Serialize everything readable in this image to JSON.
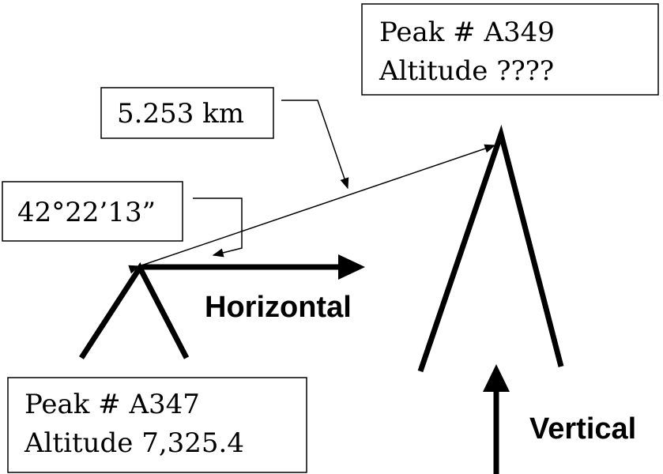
{
  "peak_right": {
    "line1": "Peak # A349",
    "line2": "Altitude ????"
  },
  "peak_left": {
    "line1": "Peak # A347",
    "line2": "Altitude 7,325.4"
  },
  "distance_label": "5.253 km",
  "angle_label": "42°22’13”",
  "horizontal_label": "Horizontal",
  "vertical_label": "Vertical"
}
